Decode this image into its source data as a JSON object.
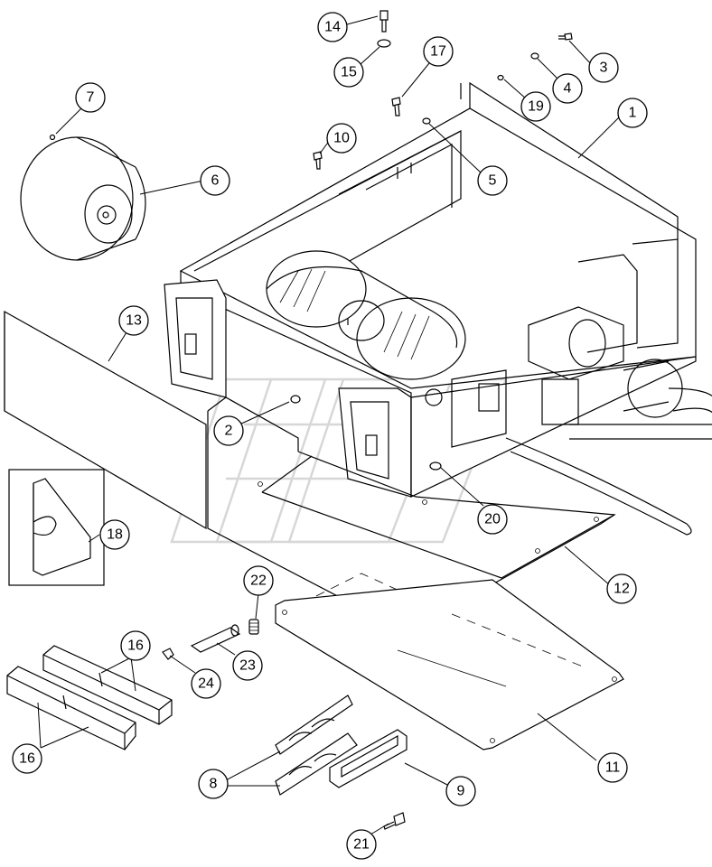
{
  "callouts": [
    {
      "label": "1"
    },
    {
      "label": "2"
    },
    {
      "label": "3"
    },
    {
      "label": "4"
    },
    {
      "label": "5"
    },
    {
      "label": "6"
    },
    {
      "label": "7"
    },
    {
      "label": "8"
    },
    {
      "label": "9"
    },
    {
      "label": "10"
    },
    {
      "label": "11"
    },
    {
      "label": "12"
    },
    {
      "label": "13"
    },
    {
      "label": "14"
    },
    {
      "label": "15"
    },
    {
      "label": "16"
    },
    {
      "label": "16"
    },
    {
      "label": "17"
    },
    {
      "label": "18"
    },
    {
      "label": "19"
    },
    {
      "label": "20"
    },
    {
      "label": "21"
    },
    {
      "label": "22"
    },
    {
      "label": "23"
    },
    {
      "label": "24"
    }
  ]
}
